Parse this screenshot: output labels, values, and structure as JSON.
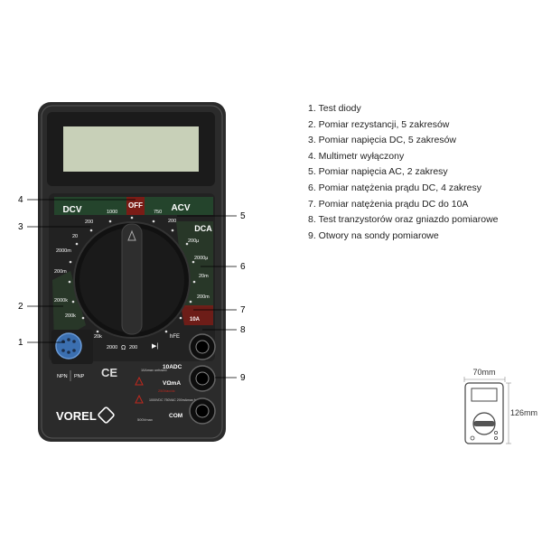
{
  "device": {
    "display_blank": "",
    "dial": {
      "off": "OFF",
      "dcv": {
        "title": "DCV",
        "ranges": [
          "1000",
          "200",
          "20",
          "2000m",
          "200m"
        ]
      },
      "acv": {
        "title": "ACV",
        "ranges": [
          "750",
          "200"
        ]
      },
      "dca": {
        "title": "DCA",
        "ranges": [
          "200μ",
          "2000μ",
          "20m",
          "200m",
          "10A"
        ]
      },
      "ohm": {
        "ranges": [
          "2000k",
          "200k",
          "20k",
          "2000",
          "Ω",
          "200"
        ]
      },
      "hfe": "hFE",
      "diode_symbol": "▶|"
    },
    "transistor": {
      "npn": "NPN",
      "pnp": "PNP"
    },
    "ce_mark": "CE",
    "terminals": {
      "tenadc": "10ADC",
      "tenadc_note": "10Amax unfused",
      "vohm": "VΩmA",
      "vohm_note": "250Vac/dc",
      "vohm_note2": "1000VDC 750VAC 200mAmax fused",
      "com": "COM",
      "com_note": "500Vmax"
    },
    "brand": "VOREL",
    "callouts": [
      "4",
      "3",
      "5",
      "6",
      "2",
      "7",
      "8",
      "1",
      "9"
    ]
  },
  "legend": [
    "1. Test diody",
    "2. Pomiar rezystancji, 5 zakresów",
    "3. Pomiar napięcia DC, 5 zakresów",
    "4. Multimetr wyłączony",
    "5. Pomiar napięcia AC, 2 zakresy",
    "6. Pomiar natężenia prądu DC, 4 zakresy",
    "7. Pomiar natężenia prądu DC do 10A",
    "8. Test tranzystorów oraz gniazdo pomiarowe",
    "9. Otwory na sondy pomiarowe"
  ],
  "dimensions": {
    "width": "70mm",
    "height": "126mm"
  },
  "colors": {
    "body": "#2b2b2b",
    "lcd": "#c8d0b8",
    "red": "#c0281e",
    "green": "#3a6a3a",
    "socket_blue": "#3b6fb0"
  }
}
